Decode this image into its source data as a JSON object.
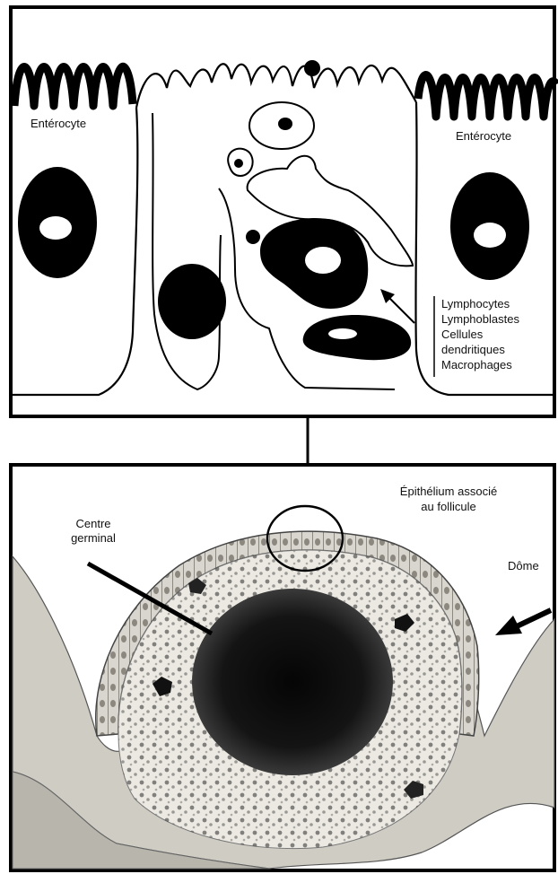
{
  "top_panel": {
    "enterocyte_left": "Entérocyte",
    "enterocyte_right": "Entérocyte",
    "cell_types": [
      "Lymphocytes",
      "Lymphoblastes",
      "Cellules",
      "dendritiques",
      "Macrophages"
    ]
  },
  "bottom_panel": {
    "epithelium_line1": "Épithélium associé",
    "epithelium_line2": "au follicule",
    "centre_line1": "Centre",
    "centre_line2": "germinal",
    "dome": "Dôme"
  },
  "colors": {
    "ink": "#0a0a0a",
    "tissue_light": "#e8e6e0",
    "tissue_mid": "#bdbab2",
    "dome_fill": "#ece9e2"
  }
}
